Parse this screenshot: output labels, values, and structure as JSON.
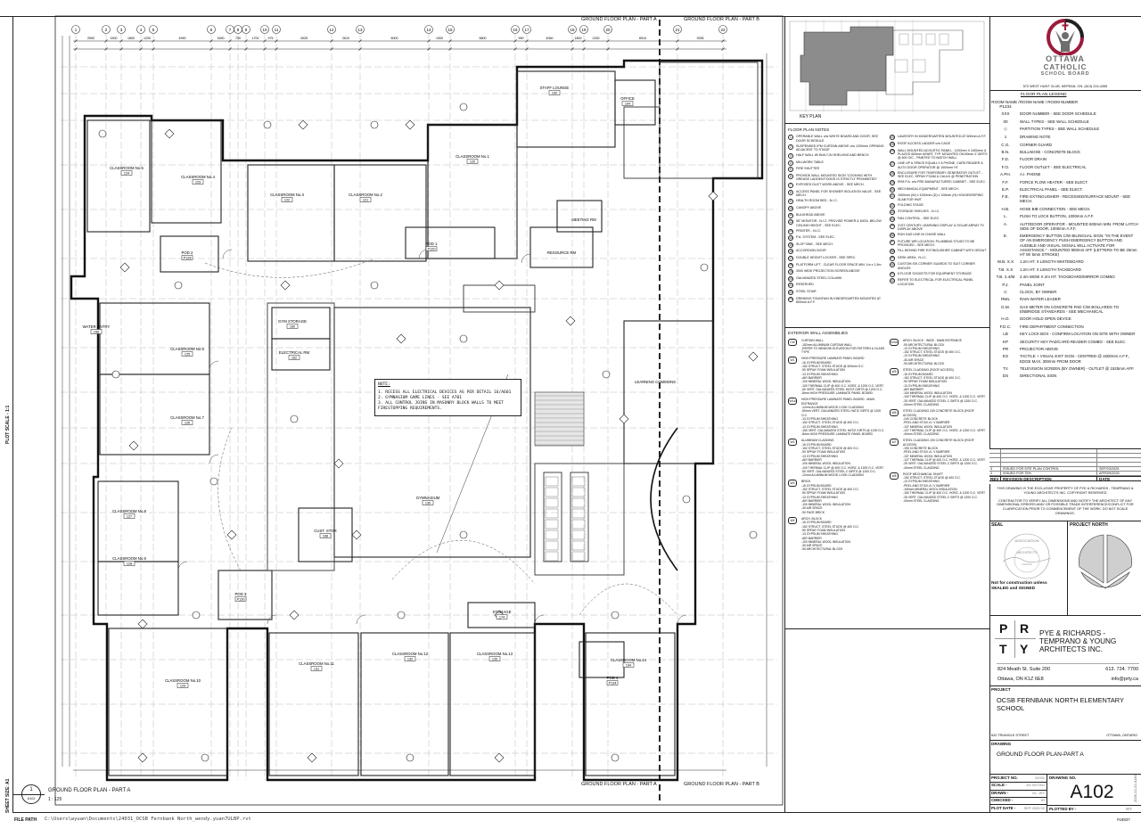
{
  "plan": {
    "part_a_label": "GROUND FLOOR PLAN - PART A",
    "part_b_label": "GROUND FLOOR PLAN - PART B",
    "grid_bubbles": [
      "1",
      "2",
      "3",
      "4",
      "5",
      "6",
      "7",
      "8",
      "9",
      "10",
      "11",
      "12",
      "13",
      "14",
      "15",
      "16",
      "17",
      "18",
      "19",
      "20",
      "21",
      "22"
    ],
    "top_dimensions": [
      "2500",
      "1500",
      "1800",
      "1200",
      "4990",
      "1690",
      "730",
      "1700",
      "975",
      "4925",
      "2610",
      "6000",
      "1900",
      "5800",
      "990",
      "4060",
      "1800",
      "2150",
      "6510",
      "3935"
    ],
    "rooms": [
      {
        "name": "CLASSROOM No.5",
        "number": "124"
      },
      {
        "name": "CLASSROOM No.4",
        "number": "123"
      },
      {
        "name": "CLASSROOM No.3",
        "number": "122"
      },
      {
        "name": "CLASSROOM No.2",
        "number": "121"
      },
      {
        "name": "CLASSROOM No.1",
        "number": "120"
      },
      {
        "name": "STAFF LOUNGE",
        "number": "100"
      },
      {
        "name": "OFFICE",
        "number": "104"
      },
      {
        "name": "CLASSROOM No.6",
        "number": "125"
      },
      {
        "name": "CLASSROOM No.7",
        "number": "126"
      },
      {
        "name": "GYMNASIUM",
        "number": "130"
      },
      {
        "name": "CLASSROOM No.8",
        "number": "127"
      },
      {
        "name": "CLASSROOM No.9",
        "number": "128"
      },
      {
        "name": "CLASSROOM No.10",
        "number": "129"
      },
      {
        "name": "CLASSROOM No.11",
        "number": "131"
      },
      {
        "name": "CLASSROOM No.12",
        "number": "132"
      },
      {
        "name": "CLASSROOM No.13",
        "number": "133"
      },
      {
        "name": "CLASSROOM No.14",
        "number": "134"
      },
      {
        "name": "LEARNING COMMONS",
        "number": ""
      },
      {
        "name": "RESOURCE RM",
        "number": ""
      },
      {
        "name": "MEETING RM",
        "number": ""
      },
      {
        "name": "POD 2",
        "number": "P128"
      },
      {
        "name": "POD 1",
        "number": "P120"
      },
      {
        "name": "POD 3",
        "number": "P130"
      },
      {
        "name": "POD 4",
        "number": "P134"
      },
      {
        "name": "CUST. STOR",
        "number": "168"
      },
      {
        "name": "STORAGE",
        "number": "174"
      },
      {
        "name": "ELECTRICAL RM",
        "number": "162"
      },
      {
        "name": "GYM STORAGE",
        "number": "160"
      },
      {
        "name": "WATER ENTRY",
        "number": "158"
      }
    ],
    "notes_box": {
      "title": "NOTE:",
      "lines": [
        "1. RECESS ALL ELECTRICAL DEVICES AS PER DETAIL 16/A601",
        "2. GYMNASIUM GAME LINES - SEE A701",
        "3. ALL CONTROL JOINS IN MASONRY BLOCK WALLS TO MEET FIRESTOPPING REQUIREMENTS."
      ]
    },
    "view_title": "GROUND FLOOR PLAN - PART A",
    "view_scale": "1 : 125",
    "view_number": "1",
    "view_sheet": "A102"
  },
  "margin": {
    "plot_scale": "PLOT SCALE - 1:1",
    "sheet_size": "SHEET SIZE: A1",
    "file_path_label": "FILE PATH",
    "file_path": "C:\\Users\\wyuan\\Documents\\24031_OCSB Fernbank North_wendy.yuan7ULBP.rvt"
  },
  "key_plan": {
    "label": "KEY PLAN"
  },
  "floor_plan_notes": {
    "title": "FLOOR PLAN NOTES",
    "items": [
      "OPERABLE WALL c/w WHITE BOARD AND DOOR, SEE DOOR SCHEDULE",
      "SUSPENDED IPM CURTAIN ABOVE c/w 1200mm OPENING ADJACENT TO STAGE",
      "HALF WALL W/ BUILT-IN SHELVING AND BENCH",
      "MILLWORK TABLE",
      "FIRE SHUTTER",
      "PROVIDE WALL MOUNTED SIGN \"COOKING WITH GREASE LADDEN FOODS IS STRICTLY PROHIBITED\"",
      "EXPOSED DUCT WORK ABOVE - SEE MECH.",
      "ACCESS PANEL FOR SHOWER ISOLATION VALVE - SEE MECH.",
      "HEALTH ROOM BED - N.I.C.",
      "CANOPY ABOVE",
      "BULKHEAD ABOVE",
      "55\" MONITOR - N.I.C. PROVIDE POWER & DATA. BELOW CEILING HEIGHT - SEE ELEC.",
      "PRINTER - N.I.C.",
      "P.A. SYSTEM - SEE ELEC.",
      "SLOP SINK - SEE MECH.",
      "ACCORDION DOOR",
      "DOUBLE HEIGHT LOCKER - SEE SPEC.",
      "PLATFORM LIFT - CLEAR FLOOR SPACE MIN. 1m x 1.5m",
      "3000 WIDE PROJECTION SCREEN ABOVE",
      "GALVANIZED STEEL COLUMN",
      "RESERVED",
      "STEEL STAIR",
      "DRINKING FOUNTAIN IN KINDERGARTEN MOUNTED AT 800mm A.F.F.",
      "LAVATORY IN KINDERGARTEN MOUNTED AT 600mm A.F.F.",
      "ROOF ACCESS LADDER c/w CAGE",
      "WALL MOUNTED ACOUSTIC PANEL - 1200mm X 2400mm & PLACED 600mm APART, TYP. MOUNTED ON 50mm Z GIRTS @ 600 O/C - PAINTED TO MATCH WALL",
      "LINE UP & SPACE EQUALLY A PHONE, CARD READER & AUTO DOOR OPERATOR @ 1000mm HT.",
      "ENCLOSURE FOR TEMPORARY GENERATOR OUTLET - SEE ELEC. SPRAY FOAM & CAULK @ PENETRATION",
      "IP/M P.A. c/w PRE-MANUFACTURED CABINET - SEE ELEC.",
      "MECHANICAL EQUIPMENT - SEE MECH.",
      "1500mm (W) x 1000mm (D) x 100mm (H) HOUSEKEEPING SLAB FOR HWT",
      "FOLDING STAGE",
      "STORAGE SHELVES - N.I.C.",
      "FAN CONTROL - SEE ELEC.",
      "21ST CENTURY LEARNING DISPLAY & SOLAR ARRAY TV DISPLAY ABOVE",
      "RUN GAS LINE IN CHASE WALL",
      "FUTURE WR LOCATION. PLUMBING STUDS TO BE PROVIDED - SEE MECH.",
      "FILL BEHIND FIRE EXTINGUISHER CABINET WITH GROUT",
      "DESK AREA - N.I.C.",
      "CUSTOM S/S CORNER GUARDS TO SUIT CORNER ANGLES",
      "8 FLOOR SOCKETS FOR EQUIPMENT STORAGE",
      "REFER TO ELECTRICAL FOR ELECTRICAL PANEL LOCATION"
    ]
  },
  "wall_assemblies": {
    "title": "EXTERIOR WALL ASSEMBLIES",
    "items": [
      {
        "code": "CW",
        "lines": [
          "CURTAIN WALL",
          "-152mm ALUMINUM CURTAIN WALL",
          "-REFER TO WINDOW ELEVATION FOR PATTERN & GLASS TYPE"
        ]
      },
      {
        "code": "W1",
        "lines": [
          "HIGH PRESSURE LAMINATE PANEL BOARD",
          "-16 GYPSUM BOARD",
          "-152 STRUCT. STEEL STUDS @ 400mm O.C.",
          "-90 SPRAY FOAM INSULATION",
          "-13 GYPSUM SHEATHING",
          "-AIR BARRIER",
          "-100 MINERAL WOOL INSULATION",
          "-100 THERMAL CLIP @ 400 O.C. HORZ. & 1200 O.C. VERT.",
          "-50 VERT. GALVANIZED STEEL HAT/Z GIRTS @ 1200 O.C.",
          "-8mm HIGH PRESSURE LAMINATE PANEL BOARD"
        ]
      },
      {
        "code": "W1a",
        "lines": [
          "HIGH PRESSURE LAMINATE PANEL BOARD - MAIN ENTRANCE",
          "-12mm ALUMINUM WOOD LOOK CLADDING",
          "-50mm VERT. GALVANIZED STEEL HAT/Z GIRTS @ 1200 O.C.",
          "-13 GYPSUM SHEATHING",
          "-152 STRUCT. STEEL STUDS @ 400 O.C.",
          "-13 GYPSUM SHEATHING",
          "-150 VERT. GALVANIZED STEEL HAT/Z GIRTS @ 1200 O.C.",
          "-8mm HIGH PRESSURE LAMINATE PANEL BOARD"
        ]
      },
      {
        "code": "W2",
        "lines": [
          "ALUMINUM CLADDING",
          "-16 GYPSUM BOARD",
          "-152 STRUCT. STEEL STUDS @ 400 O.C.",
          "-90 SPRAY FOAM INSULATION",
          "-13 GYPSUM SHEATHING",
          "-AIR BARRIER",
          "-100 MINERAL WOOL INSULATION",
          "-100 THERMAL CLIP @ 400 O.C. HORZ. & 1200 O.C. VERT.",
          "-50 VERT. GALVANIZED STEEL Z GIRTS @ 1200 O.C.",
          "-12mm ALUMINUM WOOD LOOK CLADDING"
        ]
      },
      {
        "code": "W3",
        "lines": [
          "BRICK",
          "-16 GYPSUM BOARD",
          "-152 STRUCT. STEEL STUDS @ 400 O.C.",
          "-90 SPRAY FOAM INSULATION",
          "-13 GYPSUM SHEATHING",
          "-AIR BARRIER",
          "-100 MINERAL WOOL INSULATION",
          "-30 AIR SPACE",
          "-90 FACE BRICK"
        ]
      },
      {
        "code": "W4",
        "lines": [
          "ARCH. BLOCK",
          "-16 GYPSUM BOARD",
          "-152 STRUCT. STEEL STUDS @ 400 O.C.",
          "-90 SPRAY FOAM INSULATION",
          "-13 GYPSUM SHEATHING",
          "-AIR BARRIER",
          "-100 MINERAL WOOL INSULATION",
          "-30 AIR SPACE",
          "-90 ARCHITECTURAL BLOCK"
        ]
      },
      {
        "code": "W4a",
        "lines": [
          "ARCH. BLOCK - WIDE - MAIN ENTRANCE",
          "-90 ARCHITECTURAL BLOCK",
          "-13 GYPSUM SHEATHING",
          "-152 STRUCT. STEEL STUDS @ 400 O.C.",
          "-13 GYPSUM SHEATHING",
          "-30 AIR SPACE",
          "-90 ARCHITECTURAL BLOCK"
        ]
      },
      {
        "code": "W5",
        "lines": [
          "STEEL CLADDING (ROOF ACCESS)",
          "-16 GYPSUM BOARD",
          "-152 STRUCT. STEEL STUDS @ 400 O.C.",
          "-90 SPRAY FOAM INSULATION",
          "-13 GYPSUM SHEATHING",
          "-AIR BARRIER",
          "-100 MINERAL WOOL INSULATION",
          "-100 THERMAL CLIP @ 400 O.C. HORZ. & 1200 O.C. VERT.",
          "-25 VERT. GALVANIZED STEEL Z GIRTS @ 1200 O.C.",
          "-40mm STEEL CLADDING"
        ]
      },
      {
        "code": "W6",
        "lines": [
          "STEEL CLADDING 240 CONCRETE BLOCK (ROOF ACCESS)",
          "-240 CONCRETE BLOCK",
          "-PEEL AND STICK A / V BARRIER",
          "-137 MINERAL WOOL INSULATION",
          "-137 THERMAL CLIP @ 400 O.C. HORZ. & 1200 O.C. VERT.",
          "-40mm STEEL CLADDING"
        ]
      },
      {
        "code": "W7",
        "lines": [
          "STEEL CLADDING 190 CONCRETE BLOCK (ROOF ACCESS)",
          "-190 CONCRETE BLOCK",
          "-PEEL AND STICK A / V BARRIER",
          "-137 MINERAL WOOL INSULATION",
          "-137 THERMAL CLIP @ 400 O.C. HORZ. & 1200 O.C. VERT.",
          "-25 VERT. GALVANIZED STEEL Z GIRTS @ 1200 O.C.",
          "-40mm STEEL CLADDING"
        ]
      },
      {
        "code": "W8",
        "lines": [
          "ROOF MECHANICAL SHAFT",
          "-152 STRUCT. STEEL STUDS @ 400 O.C.",
          "-13 GYPSUM SHEATHING",
          "-PEEL AND STICK A / V BARRIER",
          "-150mm MINERAL WOOL INSULATION",
          "-150 THERMAL CLIP @ 400 O.C. HORZ. & 1200 O.C. VERT.",
          "-25 VERT. GALVANIZED STEEL Z GIRTS @ 1200 O.C.",
          "-40mm STEEL CLADDING"
        ]
      }
    ]
  },
  "client": {
    "line1": "OTTAWA",
    "line2": "CATHOLIC",
    "line3": "SCHOOL BOARD",
    "address": "570 WEST HUNT CLUB, NEPEAN, ON.   (613) 224-4455",
    "colors": {
      "maroon": "#9b1b3a",
      "dark": "#222222",
      "gray": "#6e6e6e"
    }
  },
  "legend": {
    "title": "FLOOR PLAN LEGEND",
    "items": [
      {
        "sym": "ROOM NAME / P1234",
        "desc": "ROOM NAME / ROOM NUMBER"
      },
      {
        "sym": "XXX",
        "desc": "DOOR NUMBER - SEE DOOR SCHEDULE"
      },
      {
        "sym": "00",
        "desc": "WALL TYPES - SEE WALL SCHEDULE"
      },
      {
        "sym": "◇",
        "desc": "PARTITION TYPES - SEE WALL SCHEDULE"
      },
      {
        "sym": "1",
        "desc": "DRAWING NOTE"
      },
      {
        "sym": "C.G.",
        "desc": "CORNER GUARD"
      },
      {
        "sym": "B.N.",
        "desc": "BULLNOSE - CONCRETE BLOCK"
      },
      {
        "sym": "F.D.",
        "desc": "FLOOR DRAIN"
      },
      {
        "sym": "F.O.",
        "desc": "FLOOR OUTLET - SEE ELECTRICAL"
      },
      {
        "sym": "A.PH.",
        "desc": "A.I. PHONE"
      },
      {
        "sym": "F.F.",
        "desc": "FORCE FLOW HEATER - SEE ELECT."
      },
      {
        "sym": "E.P.",
        "desc": "ELECTRICAL PANEL - SEE ELECT."
      },
      {
        "sym": "F.E.",
        "desc": "FIRE EXTINGUISHER - RECESSED/SURFACE MOUNT - SEE MECH."
      },
      {
        "sym": "H.B.",
        "desc": "HOSE BIB CONNECTION - SEE MECH."
      },
      {
        "sym": "L.",
        "desc": "PUSH TO LOCK BUTTON, 1000mm A.F.F."
      },
      {
        "sym": "A.",
        "desc": "AUTODOOR OPERATOR - MOUNTED 600mm MIN. FROM LATCH SIDE OF DOOR, 1000mm A.F.F."
      },
      {
        "sym": "E.",
        "desc": "EMERGENCY BUTTON C/W BILINGUAL SIGN: \"IN THE EVENT OF AN EMERGENCY PUSH EMERGENCY BUTTON AND AUDIBLE AND VISUAL SIGNAL WILL ACTIVATE FOR ASSISTANCE.\" - MOUNTED 900mm AFF (LETTERS TO BE 25mm HT W/ 5mm STROKE)"
      },
      {
        "sym": "W.B. X.X",
        "desc": "1.2m HT. X LENGTH WHITEBOARD"
      },
      {
        "sym": "T.B. X.X",
        "desc": "1.2m HT. X LENGTH TACKBOARD"
      },
      {
        "sym": "T.B. 2.4/M",
        "desc": "2.4m WIDE X 2m HT. TACKBOARD/MIRROR COMBO"
      },
      {
        "sym": "P.J.",
        "desc": "PANEL JOINT"
      },
      {
        "sym": "C",
        "desc": "CLOCK, BY OWNER"
      },
      {
        "sym": "RWL",
        "desc": "RAIN WATER LEADER"
      },
      {
        "sym": "G.M.",
        "desc": "GAS METER ON CONCRETE PAD C/W BOLLARDS TO ENBRIDGE STANDARDS - SEE MECHANICAL"
      },
      {
        "sym": "H.O.",
        "desc": "DOOR HOLD OPEN DEVICE"
      },
      {
        "sym": "F.D.C.",
        "desc": "FIRE DEPARTMENT CONNECTION"
      },
      {
        "sym": "LB",
        "desc": "KEY LOCK BOX - CONFIRM LOCATION ON SITE WITH OWNER"
      },
      {
        "sym": "KP",
        "desc": "SECURITY KEY PAD/CARD READER COMBO - SEE ELEC."
      },
      {
        "sym": "PR",
        "desc": "PROJECTOR ABOVE"
      },
      {
        "sym": "ES",
        "desc": "TACTILE + VISUAL EXIT SIGN - CENTRED @ 1500mm A.F.F., EDGE MAX. 300mm FROM DOOR"
      },
      {
        "sym": "TV",
        "desc": "TELEVISION SCREEN (BY OWNER) - OUTLET @ 1525mm AFF."
      },
      {
        "sym": "DS",
        "desc": "DIRECTIONAL SIGN"
      }
    ]
  },
  "revisions": {
    "headers": {
      "rev": "REV",
      "desc": "REVISION DESCRIPTION",
      "date": "DATE"
    },
    "rows": [
      {
        "rev": "3",
        "desc": "ISSUED FOR SITE PLAN CONTROL",
        "date": "SEP/23/2025"
      },
      {
        "rev": "2",
        "desc": "ISSUED FOR 75%",
        "date": "APR/09/2025"
      }
    ]
  },
  "disclaimer": {
    "p1": "THIS DRAWING IS THE EXCLUSIVE PROPERTY OF PYE & RICHARDS - TEMPRANO & YOUNG ARCHITECTS INC. COPYRIGHT RESERVED",
    "p2": "CONTRACTOR TO VERIFY ALL DIMENSIONS AND NOTIFY THE ARCHITECT OF ANY DIMENSIONAL ERRORS AND/ OR POSSIBLE TRADE INTERFERENCE/CONFLICT FOR CLARIFICATION PRIOR TO COMMENCEMENT OF THE WORK. DO NOT SCALE DRAWINGS."
  },
  "seal": {
    "label": "SEAL",
    "seal_text": "ONTARIO ASSOCIATION OF ARCHITECTS",
    "warning": "Not for construction unless SEALED and SIGNED"
  },
  "north": {
    "label": "PROJECT NORTH"
  },
  "architect": {
    "letters": [
      "P",
      "R",
      "T",
      "Y"
    ],
    "name": "PYE & RICHARDS - TEMPRANO & YOUNG ARCHITECTS INC.",
    "address1": "824 Meath St. Suite 200",
    "address2": "Ottawa, ON K1Z 6E8",
    "phone": "613. 724. 7700",
    "email": "info@prty.ca"
  },
  "project": {
    "label": "PROJECT",
    "name": "OCSB FERNBANK NORTH ELEMENTARY SCHOOL",
    "street": "620 TRIANGLE STREET",
    "city": "OTTAWA, ONTARIO"
  },
  "drawing": {
    "label": "DRAWING",
    "name": "GROUND FLOOR PLAN-PART A"
  },
  "title_table": {
    "project_no_label": "PROJECT NO.",
    "project_no": "24031",
    "scale_label": "SCALE -",
    "scale": "AS NOTED",
    "drawn_label": "DRAWN -",
    "drawn": "DL, WY",
    "checked_label": "CHECKED -",
    "checked": "IR",
    "plot_date_label": "PLOT DATE -",
    "plot_date": "02 SEP 2025",
    "drawing_no_label": "DRAWING NO.",
    "drawing_no": "A102",
    "plotted_by_label": "PLOTTED BY -",
    "plotted_by": "WY",
    "stamp": "2025-12-22-0149",
    "sheet_ref": "#18837"
  }
}
